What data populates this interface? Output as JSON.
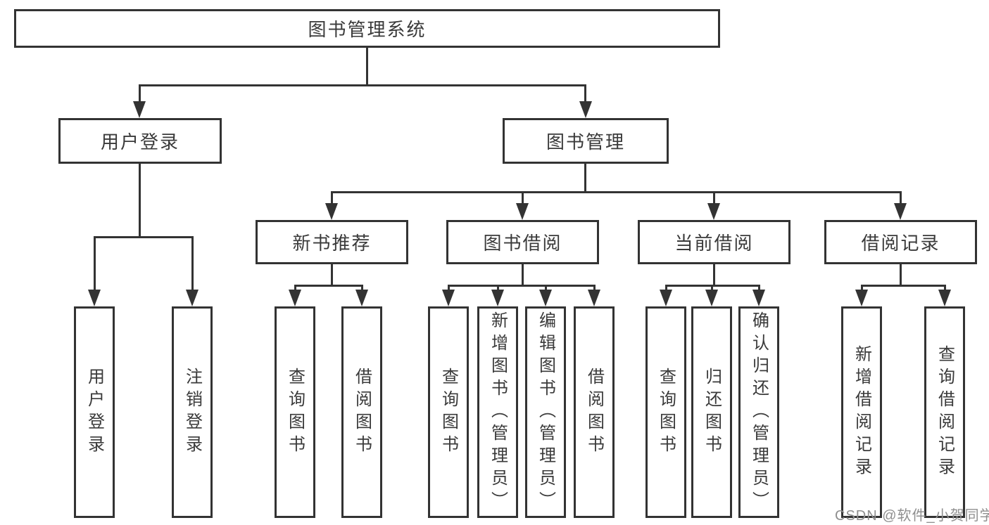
{
  "diagram": {
    "root": {
      "label": "图书管理系统"
    },
    "branches": [
      {
        "label": "用户登录",
        "children": [
          {
            "label": "用户登录"
          },
          {
            "label": "注销登录"
          }
        ]
      },
      {
        "label": "图书管理",
        "children": [
          {
            "label": "新书推荐",
            "children": [
              {
                "label": "查询图书"
              },
              {
                "label": "借阅图书"
              }
            ]
          },
          {
            "label": "图书借阅",
            "children": [
              {
                "label": "查询图书"
              },
              {
                "label": "新增图书（管理员）"
              },
              {
                "label": "编辑图书（管理员）"
              },
              {
                "label": "借阅图书"
              }
            ]
          },
          {
            "label": "当前借阅",
            "children": [
              {
                "label": "查询图书"
              },
              {
                "label": "归还图书"
              },
              {
                "label": "确认归还（管理员）"
              }
            ]
          },
          {
            "label": "借阅记录",
            "children": [
              {
                "label": "新增借阅记录"
              },
              {
                "label": "查询借阅记录"
              }
            ]
          }
        ]
      }
    ]
  },
  "watermark": {
    "text": "CSDN @软件_小贺同学"
  },
  "colors": {
    "line": "#333333",
    "text": "#3a3a3a",
    "background": "#ffffff",
    "watermark": "#8f8f8f"
  }
}
